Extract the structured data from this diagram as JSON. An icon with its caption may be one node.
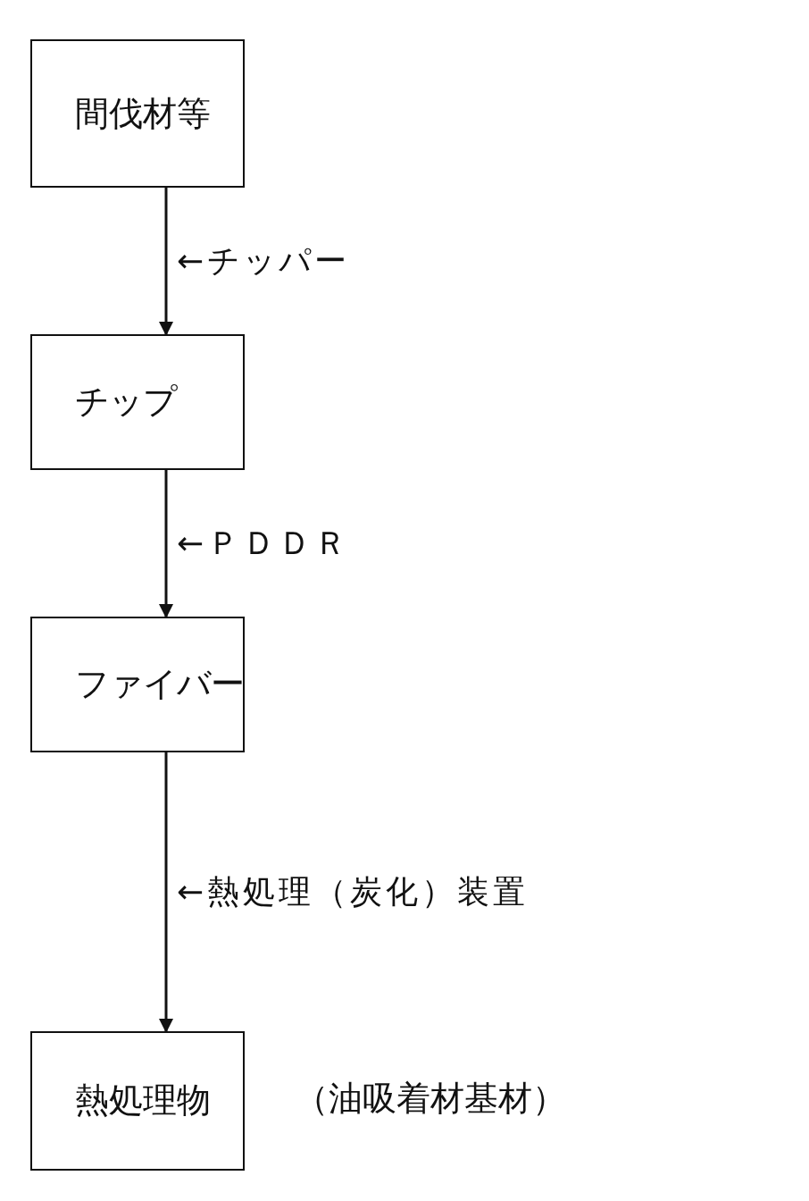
{
  "diagram": {
    "nodes": [
      {
        "text": [
          "間伐材等"
        ]
      },
      {
        "text": [
          "チップ"
        ]
      },
      {
        "text": [
          "ファイバー"
        ]
      },
      {
        "text": [
          "熱処理物"
        ],
        "beside": [
          "（油吸着材基材）"
        ]
      }
    ],
    "edges": [
      {
        "from": 0,
        "to": 1,
        "arrow": "to",
        "label": "←チッパー"
      },
      {
        "from": 1,
        "to": 2,
        "arrow": "to",
        "label": "←ＰＤＤＲ"
      },
      {
        "from": 2,
        "to": 3,
        "arrow": "to",
        "label": "←熱処理（炭化）装置"
      }
    ]
  }
}
